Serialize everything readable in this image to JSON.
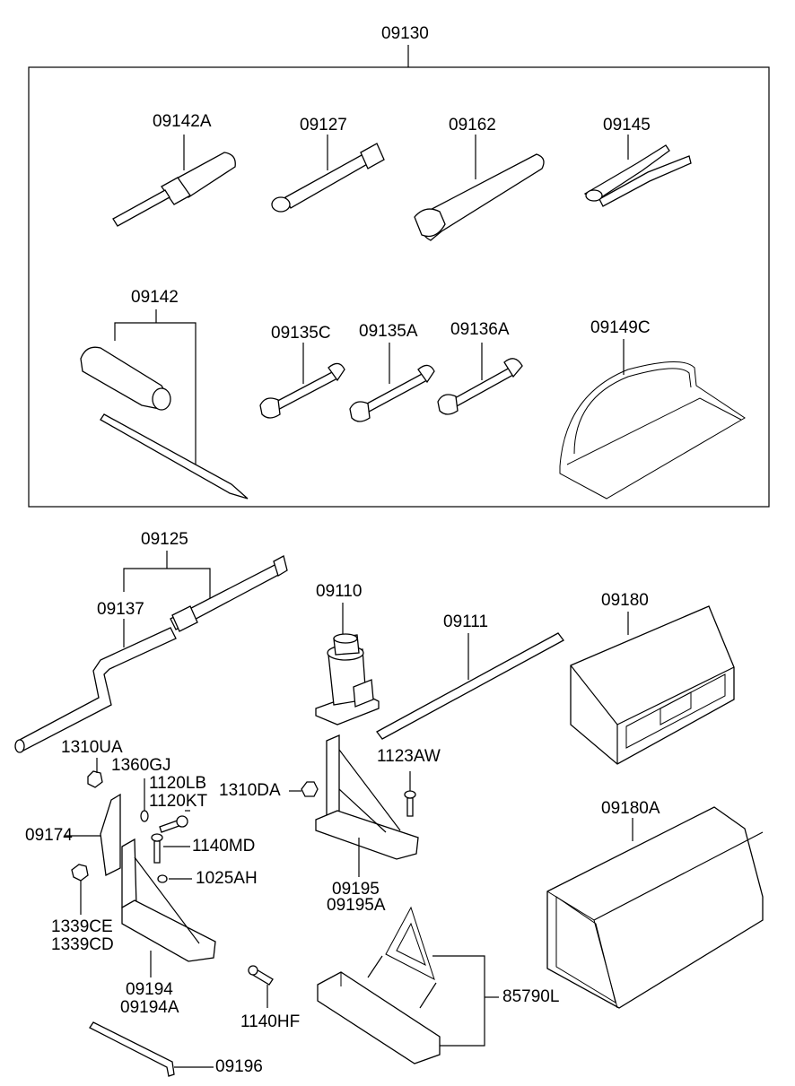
{
  "labels": {
    "p09130": "09130",
    "p09142A": "09142A",
    "p09127": "09127",
    "p09162": "09162",
    "p09145": "09145",
    "p09142": "09142",
    "p09135C": "09135C",
    "p09135A": "09135A",
    "p09136A": "09136A",
    "p09149C": "09149C",
    "p09125": "09125",
    "p09137": "09137",
    "p09110": "09110",
    "p09111": "09111",
    "p09180": "09180",
    "p1310UA": "1310UA",
    "p1360GJ": "1360GJ",
    "p1120LB": "1120LB",
    "p1120KT": "1120KT",
    "p1310DA": "1310DA",
    "p1123AW": "1123AW",
    "p09174": "09174",
    "p1140MD": "1140MD",
    "p1025AH": "1025AH",
    "p09195": "09195",
    "p09195A": "09195A",
    "p09180A": "09180A",
    "p1339CE": "1339CE",
    "p1339CD": "1339CD",
    "p09194": "09194",
    "p09194A": "09194A",
    "p1140HF": "1140HF",
    "p85790L": "85790L",
    "p09196": "09196"
  }
}
